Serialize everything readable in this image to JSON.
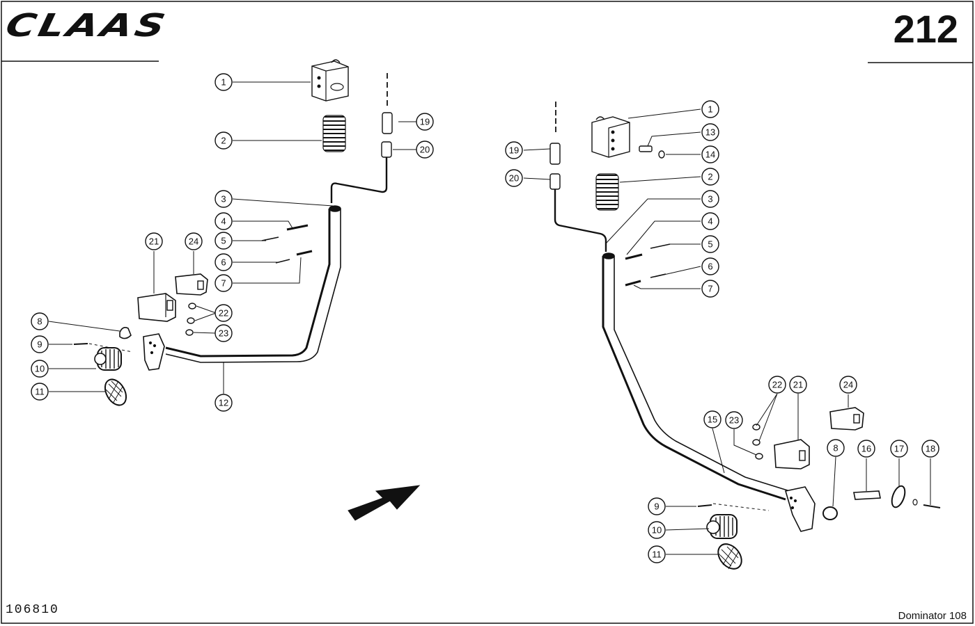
{
  "header": {
    "brand": "CLAAS",
    "page_number": "212"
  },
  "footer": {
    "doc_number": "106810",
    "model": "Dominator 108"
  },
  "callouts": {
    "left": [
      "1",
      "2",
      "19",
      "20",
      "3",
      "4",
      "5",
      "6",
      "7",
      "21",
      "24",
      "22",
      "23",
      "8",
      "9",
      "10",
      "11",
      "12"
    ],
    "right": [
      "19",
      "20",
      "1",
      "13",
      "14",
      "2",
      "3",
      "4",
      "5",
      "6",
      "7",
      "22",
      "21",
      "24",
      "23",
      "15",
      "8",
      "16",
      "17",
      "18",
      "9",
      "10",
      "11"
    ]
  }
}
